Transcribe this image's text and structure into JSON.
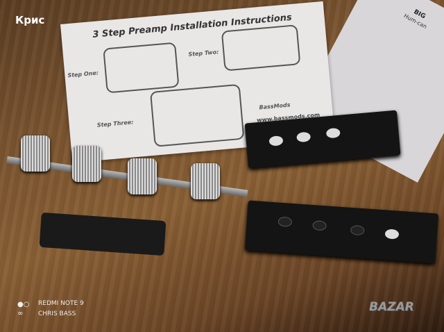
{
  "watermark_user": "Крис",
  "instruction_sheet": {
    "title": "3 Step Preamp Installation Instructions",
    "step_one": "Step One:",
    "step_two": "Step Two:",
    "step_three": "Step Three:",
    "website": "www.bassmods.com",
    "brand": "BassMods"
  },
  "second_sheet": {
    "heading": "BIG",
    "subheading": "Hum-can"
  },
  "camera_watermark": {
    "model": "REDMI NOTE 9",
    "author": "CHRIS BASS"
  },
  "site_logo": "BAZAR"
}
